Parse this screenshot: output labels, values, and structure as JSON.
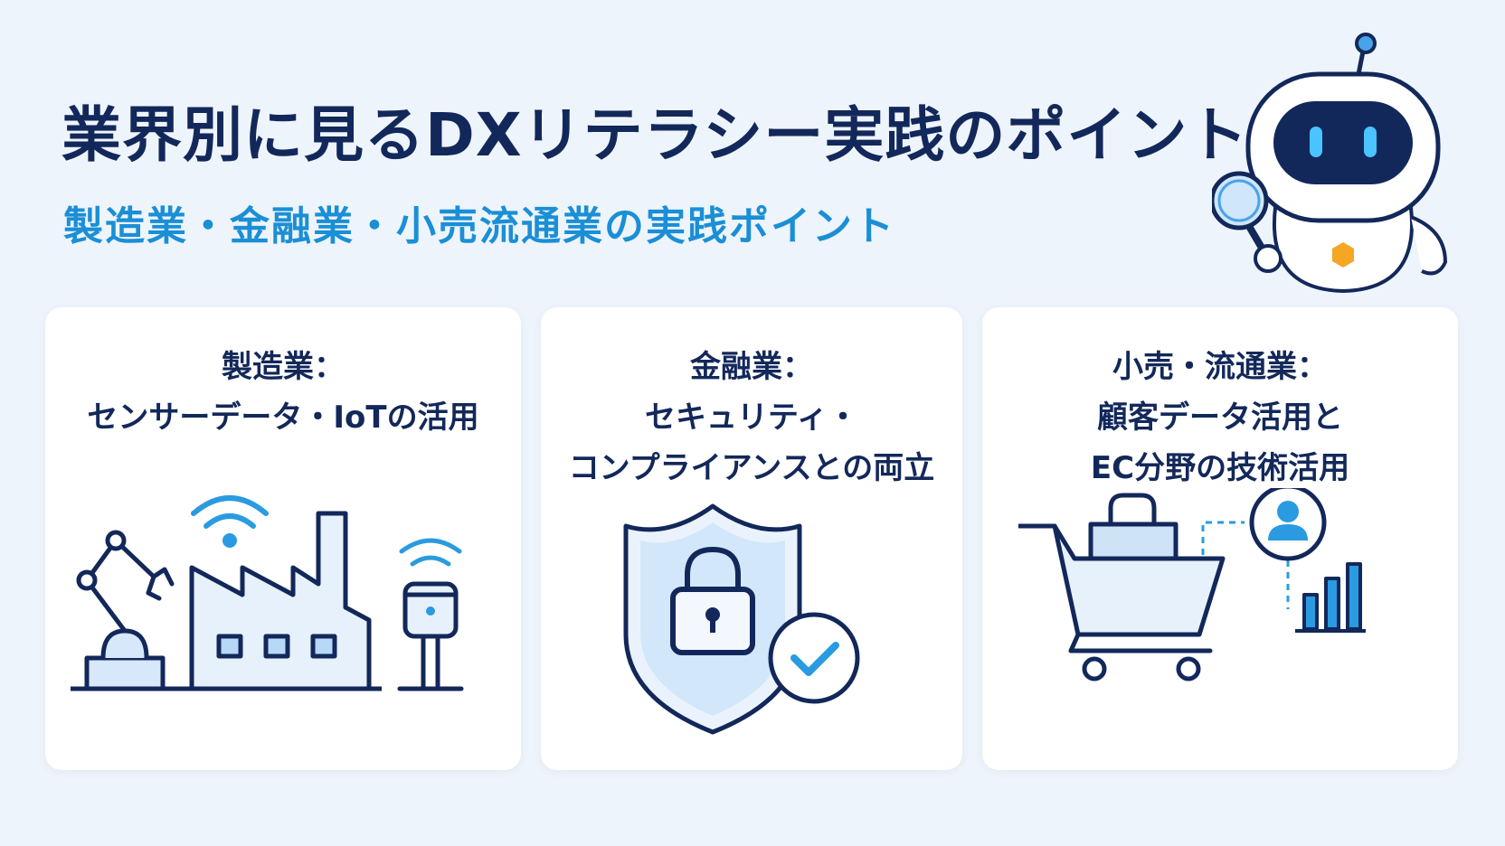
{
  "header": {
    "title": "業界別に見るDXリテラシー実践のポイント",
    "subtitle": "製造業・金融業・小売流通業の実践ポイント"
  },
  "cards": [
    {
      "heading": "製造業：",
      "lines": [
        "センサーデータ・IoTの活用"
      ],
      "icon": "factory-iot-icon"
    },
    {
      "heading": "金融業：",
      "lines": [
        "セキュリティ・",
        "コンプライアンスとの両立"
      ],
      "icon": "shield-lock-icon"
    },
    {
      "heading": "小売・流通業：",
      "lines": [
        "顧客データ活用と",
        "EC分野の技術活用"
      ],
      "icon": "shopping-cart-icon"
    }
  ],
  "colors": {
    "navy": "#13285a",
    "accent_blue": "#1a8fd6",
    "light_blue": "#d7e8fa",
    "background": "#eef4fb",
    "orange": "#f5a623"
  }
}
